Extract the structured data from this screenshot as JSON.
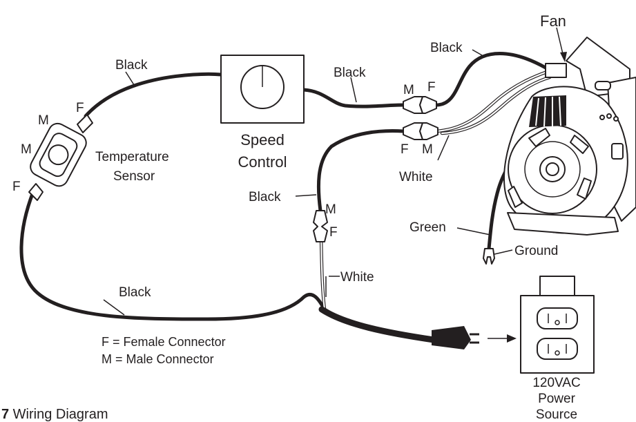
{
  "labels": {
    "fan": "Fan",
    "black_fan": "Black",
    "black_top_left": "Black",
    "black_mid": "Black",
    "black_left_lower": "Black",
    "black_bottom": "Black",
    "white_right": "White",
    "white_mid": "White",
    "green": "Green",
    "ground": "Ground",
    "speed_control_line1": "Speed",
    "speed_control_line2": "Control",
    "temp_sensor_line1": "Temperature",
    "temp_sensor_line2": "Sensor",
    "conn_m_top": "M",
    "conn_f_top": "F",
    "conn_f_white": "F",
    "conn_m_white": "M",
    "conn_m_vert": "M",
    "conn_f_vert": "F",
    "sensor_f_top": "F",
    "sensor_m_top": "M",
    "sensor_m_mid": "M",
    "sensor_f_bottom": "F",
    "power_line1": "120VAC",
    "power_line2": "Power",
    "power_line3": "Source"
  },
  "legend": {
    "female": "F = Female Connector",
    "male": "M = Male Connector"
  },
  "caption": {
    "number": "7",
    "text": " Wiring Diagram"
  }
}
